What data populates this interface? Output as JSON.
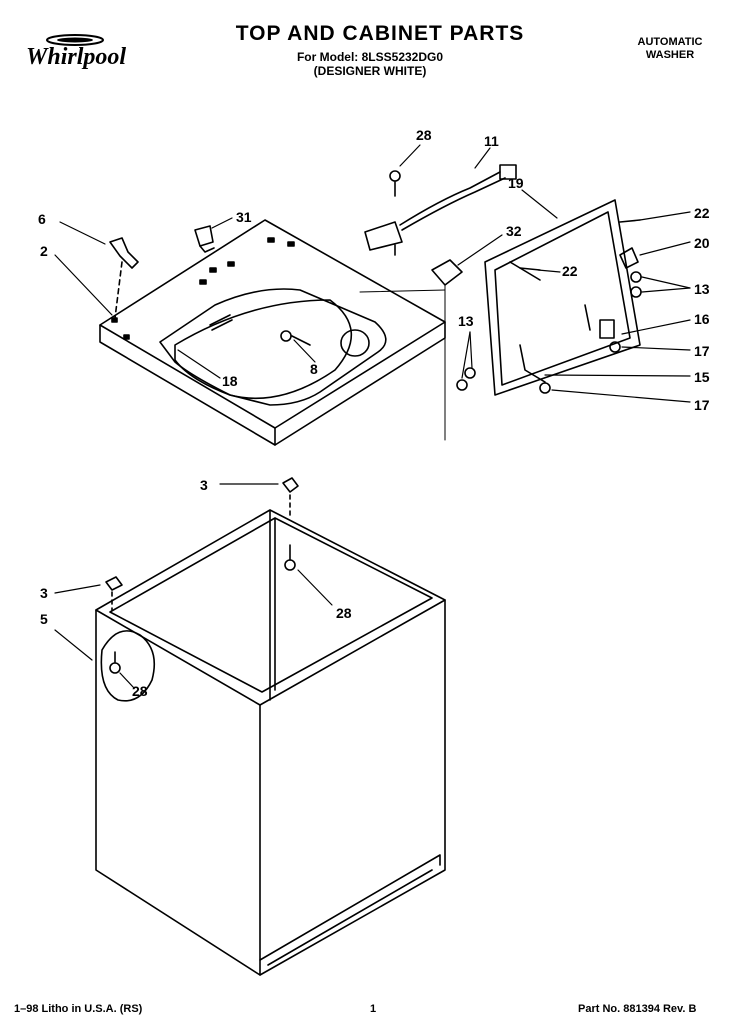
{
  "header": {
    "title": "TOP AND CABINET PARTS",
    "model_line": "For Model: 8LSS5232DG0",
    "color_line": "(DESIGNER WHITE)",
    "product_line1": "AUTOMATIC",
    "product_line2": "WASHER",
    "brand": "Whirlpool"
  },
  "callouts": {
    "c28a": "28",
    "c11": "11",
    "c19": "19",
    "c22a": "22",
    "c20": "20",
    "c6": "6",
    "c31": "31",
    "c2": "2",
    "c32": "32",
    "c22b": "22",
    "c13a": "13",
    "c13b": "13",
    "c16": "16",
    "c17a": "17",
    "c15": "15",
    "c17b": "17",
    "c18": "18",
    "c8": "8",
    "c3a": "3",
    "c3b": "3",
    "c28b": "28",
    "c5": "5",
    "c28c": "28"
  },
  "footer": {
    "left": "1–98 Litho in U.S.A. (RS)",
    "center": "1",
    "right": "Part No. 881394 Rev. B"
  }
}
